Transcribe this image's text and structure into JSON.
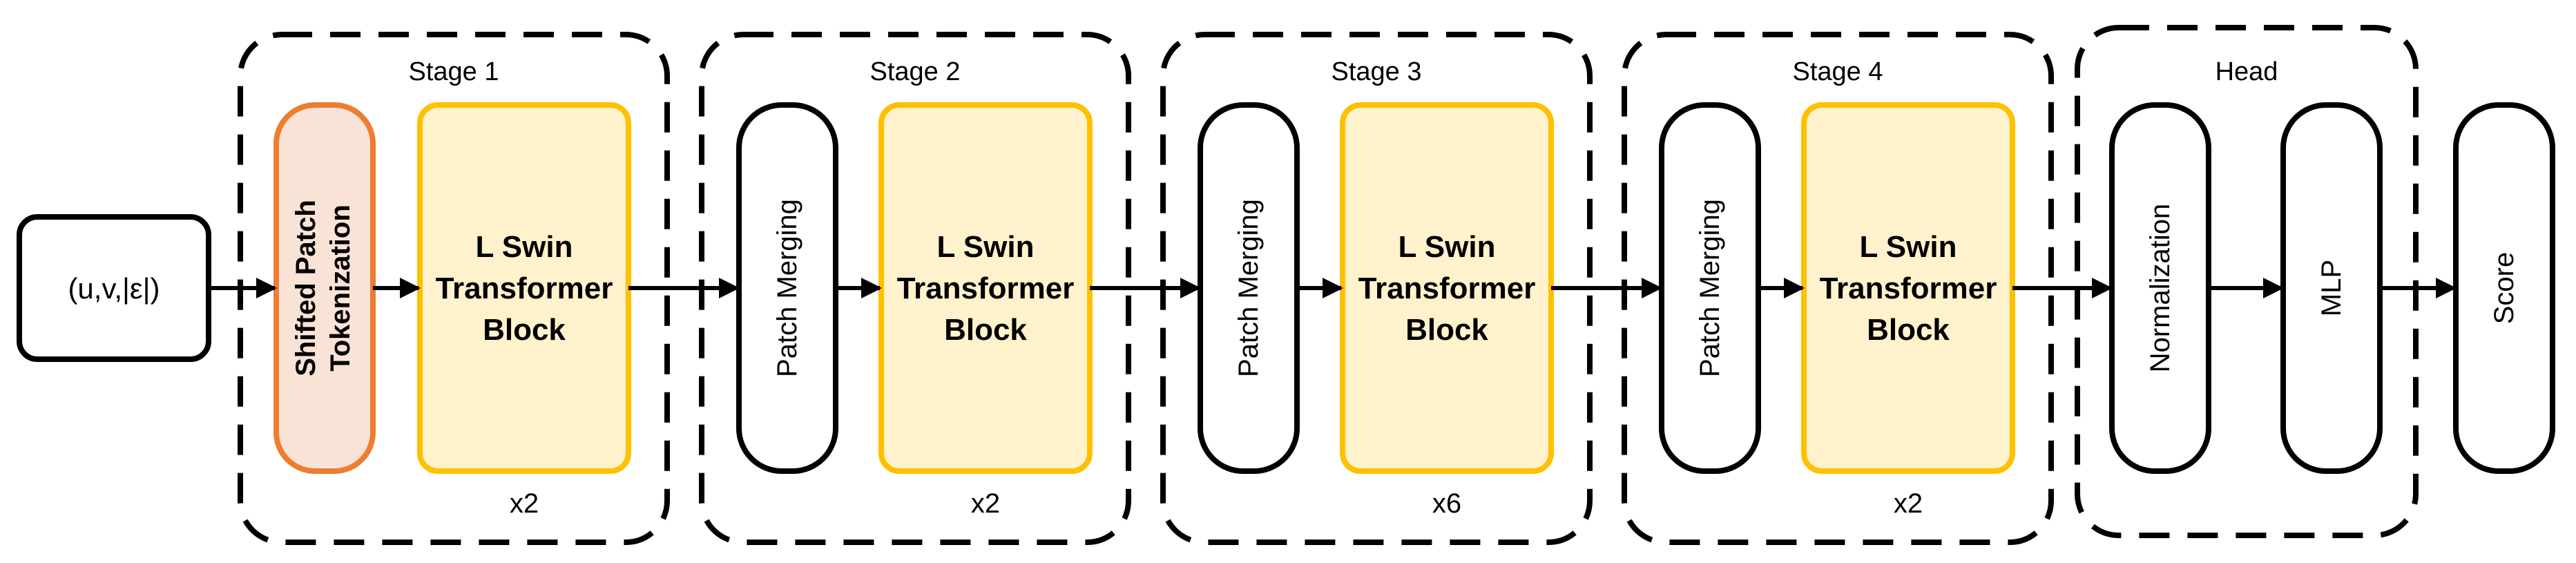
{
  "input": {
    "label": "(u,v,|ε|)"
  },
  "tokenization": {
    "line1": "Shifted Patch",
    "line2": "Tokenization"
  },
  "stages": [
    {
      "title": "Stage 1",
      "block": [
        "L Swin",
        "Transformer",
        "Block"
      ],
      "repeat": "x2"
    },
    {
      "title": "Stage 2",
      "merge_label": "Patch Merging",
      "block": [
        "L Swin",
        "Transformer",
        "Block"
      ],
      "repeat": "x2"
    },
    {
      "title": "Stage 3",
      "merge_label": "Patch Merging",
      "block": [
        "L Swin",
        "Transformer",
        "Block"
      ],
      "repeat": "x6"
    },
    {
      "title": "Stage 4",
      "merge_label": "Patch Merging",
      "block": [
        "L Swin",
        "Transformer",
        "Block"
      ],
      "repeat": "x2"
    }
  ],
  "head": {
    "title": "Head",
    "norm_label": "Normalization",
    "mlp_label": "MLP"
  },
  "output": {
    "label": "Score"
  },
  "colors": {
    "tokenization_fill": "#f9e2d6",
    "tokenization_stroke": "#ed7d31",
    "block_fill": "#fff2cc",
    "block_stroke": "#ffc000",
    "outline": "#000000"
  }
}
